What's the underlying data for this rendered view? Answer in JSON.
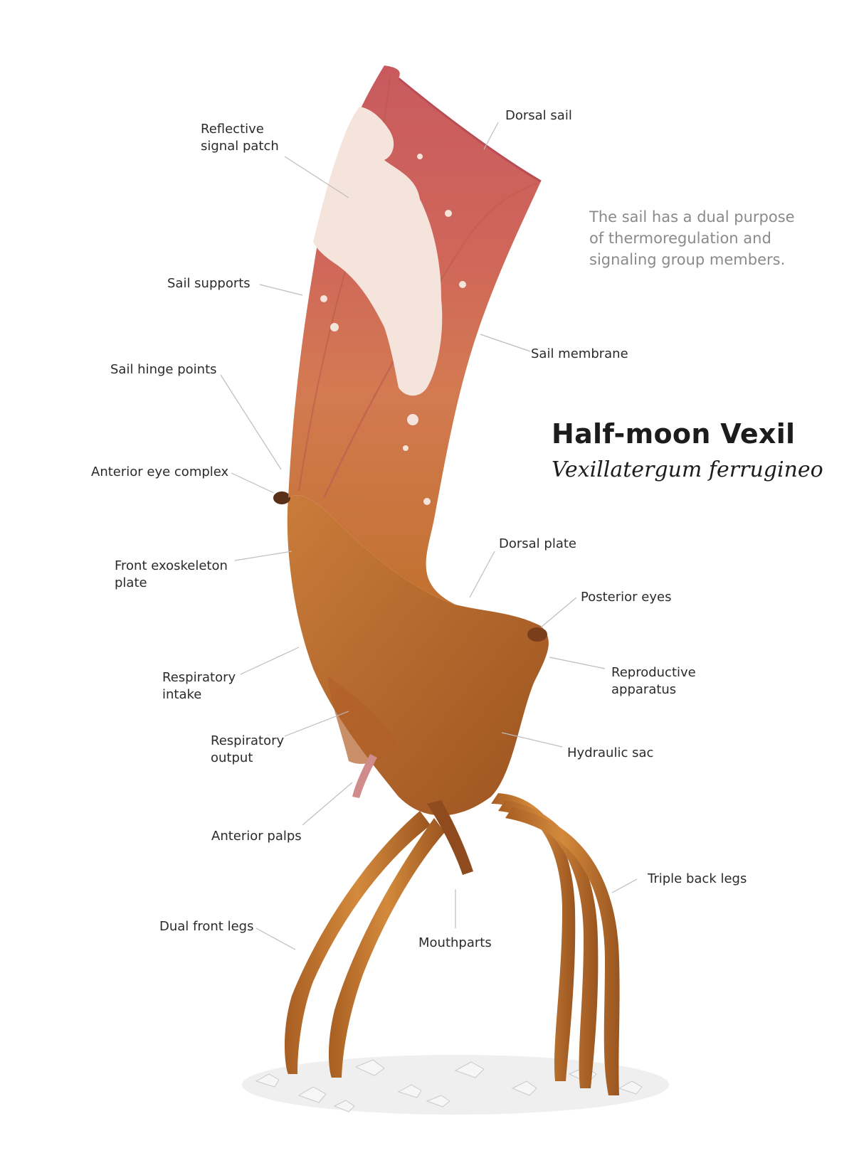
{
  "title": "Half-moon Vexil",
  "scientific_name": "Vexillatergum ferrugineo",
  "note": [
    "The sail has a dual purpose",
    "of thermoregulation and",
    "signaling group members."
  ],
  "labels": {
    "reflective_signal_patch": [
      "Reflective",
      "signal patch"
    ],
    "dorsal_sail": [
      "Dorsal sail"
    ],
    "sail_supports": [
      "Sail supports"
    ],
    "sail_membrane": [
      "Sail membrane"
    ],
    "sail_hinge_points": [
      "Sail hinge points"
    ],
    "anterior_eye_complex": [
      "Anterior eye complex"
    ],
    "front_exoskeleton_plate": [
      "Front exoskeleton",
      "plate"
    ],
    "dorsal_plate": [
      "Dorsal plate"
    ],
    "posterior_eyes": [
      "Posterior eyes"
    ],
    "reproductive_apparatus": [
      "Reproductive",
      "apparatus"
    ],
    "respiratory_intake": [
      "Respiratory",
      "intake"
    ],
    "respiratory_output": [
      "Respiratory",
      "output"
    ],
    "hydraulic_sac": [
      "Hydraulic sac"
    ],
    "anterior_palps": [
      "Anterior palps"
    ],
    "triple_back_legs": [
      "Triple back legs"
    ],
    "dual_front_legs": [
      "Dual front legs"
    ],
    "mouthparts": [
      "Mouthparts"
    ]
  },
  "colors": {
    "sail_top": "#c85a5e",
    "sail_mid": "#d37a52",
    "body": "#c2712f",
    "body_dark": "#8f4b1d",
    "leg": "#c9782e",
    "patch": "#f4e4dc",
    "rubble": "#e6e6e6"
  }
}
